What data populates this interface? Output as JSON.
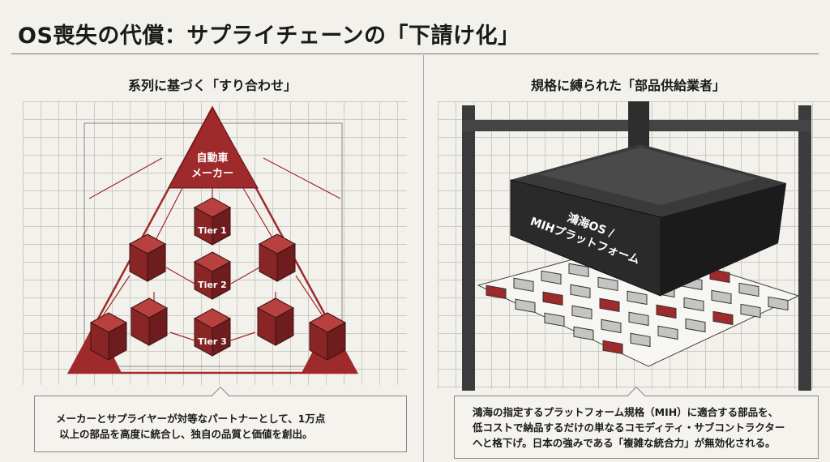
{
  "title": "OS喪失の代償：サプライチェーンの「下請け化」",
  "left": {
    "subtitle": "系列に基づく「すり合わせ」",
    "apex_label": [
      "自動車",
      "メーカー"
    ],
    "tiers": [
      "Tier 1",
      "Tier 2",
      "Tier 3"
    ],
    "caption": [
      "メーカーとサプライヤーが対等なパートナーとして、1万点",
      "以上の部品を高度に統合し、独自の品質と価値を創出。"
    ],
    "accent": "#9e2a2b"
  },
  "right": {
    "subtitle": "規格に縛られた「部品供給業者」",
    "press_label": [
      "鴻海OS /",
      "MIHプラットフォーム"
    ],
    "caption": [
      "鴻海の指定するプラットフォーム規格（MIH）に適合する部品を、",
      "低コストで納品するだけの単なるコモディティ・サブコントラクター",
      "へと格下げ。日本の強みである「複雑な統合力」が無効化される。"
    ]
  }
}
